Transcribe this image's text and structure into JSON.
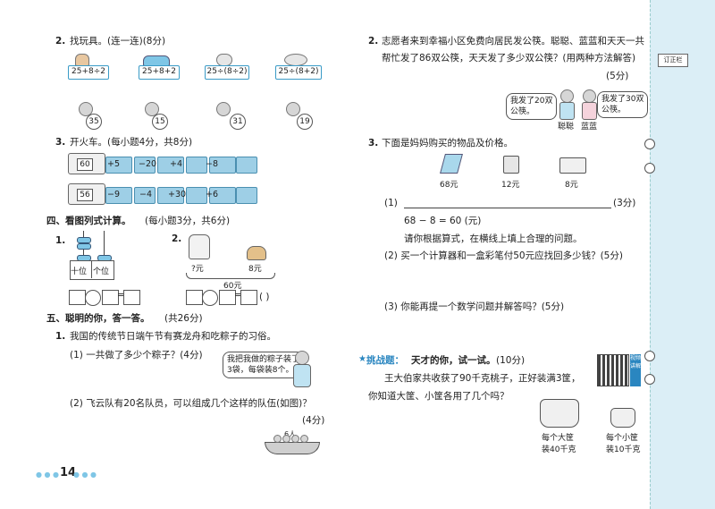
{
  "left": {
    "q2": {
      "num": "2.",
      "text": "找玩具。(连一连)(8分)",
      "cards": [
        "25+8÷2",
        "25+8+2",
        "25÷(8÷2)",
        "25÷(8+2)"
      ],
      "balls": [
        "35",
        "15",
        "31",
        "19"
      ]
    },
    "q3": {
      "num": "3.",
      "text": "开火车。(每小题4分，共8分)",
      "train1": {
        "start": "60",
        "ops": [
          "+5",
          "−20",
          "+4",
          "−8"
        ]
      },
      "train2": {
        "start": "56",
        "ops": [
          "−9",
          "−4",
          "+30",
          "+6"
        ]
      }
    },
    "sec4": {
      "title": "四、看图列式计算。",
      "note": "(每小题3分，共6分)",
      "p1": {
        "num": "1.",
        "col1": "十位",
        "col2": "个位"
      },
      "p2": {
        "num": "2.",
        "price1": "?元",
        "price2": "8元",
        "total": "60元",
        "paren": "(      )"
      }
    },
    "sec5": {
      "title": "五、聪明的你，答一答。",
      "note": "(共26分)",
      "q1": {
        "num": "1.",
        "text": "我国的传统节日端午节有赛龙舟和吃粽子的习俗。",
        "sub1": "(1)  一共做了多少个粽子？(4分)",
        "bubble": [
          "我把我做的粽子装了",
          "3袋，每袋装8个。"
        ],
        "sub2": "(2)  飞云队有20名队员，可以组成几个这样的队伍(如图)？",
        "sub2_score": "(4分)",
        "boat_label": "6人"
      }
    },
    "page_number": "14"
  },
  "right": {
    "q2": {
      "num": "2.",
      "line1": "志愿者来到幸福小区免费向居民发公筷。聪聪、蓝蓝和天天一共",
      "line2": "帮忙发了86双公筷，天天发了多少双公筷？(用两种方法解答)",
      "score": "(5分)",
      "bubble1": [
        "我发了20双",
        "公筷。"
      ],
      "bubble2": [
        "我发了30双",
        "公筷。"
      ],
      "name1": "聪聪",
      "name2": "蓝蓝"
    },
    "q3": {
      "num": "3.",
      "text": "下面是妈妈购买的物品及价格。",
      "prices": [
        "68元",
        "12元",
        "8元"
      ],
      "sub1": "(1)",
      "sub1_score": "(3分)",
      "equation": "68 − 8 = 60 (元)",
      "prompt": "请你根据算式，在横线上填上合理的问题。",
      "sub2": "(2)  买一个计算器和一盒彩笔付50元应找回多少钱？(5分)",
      "sub3": "(3)  你能再提一个数学问题并解答吗？(5分)"
    },
    "challenge": {
      "star": "★",
      "label": "挑战题：",
      "title": "天才的你，试一试。",
      "score": "(10分)",
      "line1": "王大伯家共收获了90千克桃子，正好装满3筐，",
      "line2": "你知道大筐、小筐各用了几个吗？",
      "qr_label": "视频讲解",
      "basket1": [
        "每个大筐",
        "装40千克"
      ],
      "basket2": [
        "每个小筐",
        "装10千克"
      ]
    },
    "sidebar_label": "订正栏"
  }
}
